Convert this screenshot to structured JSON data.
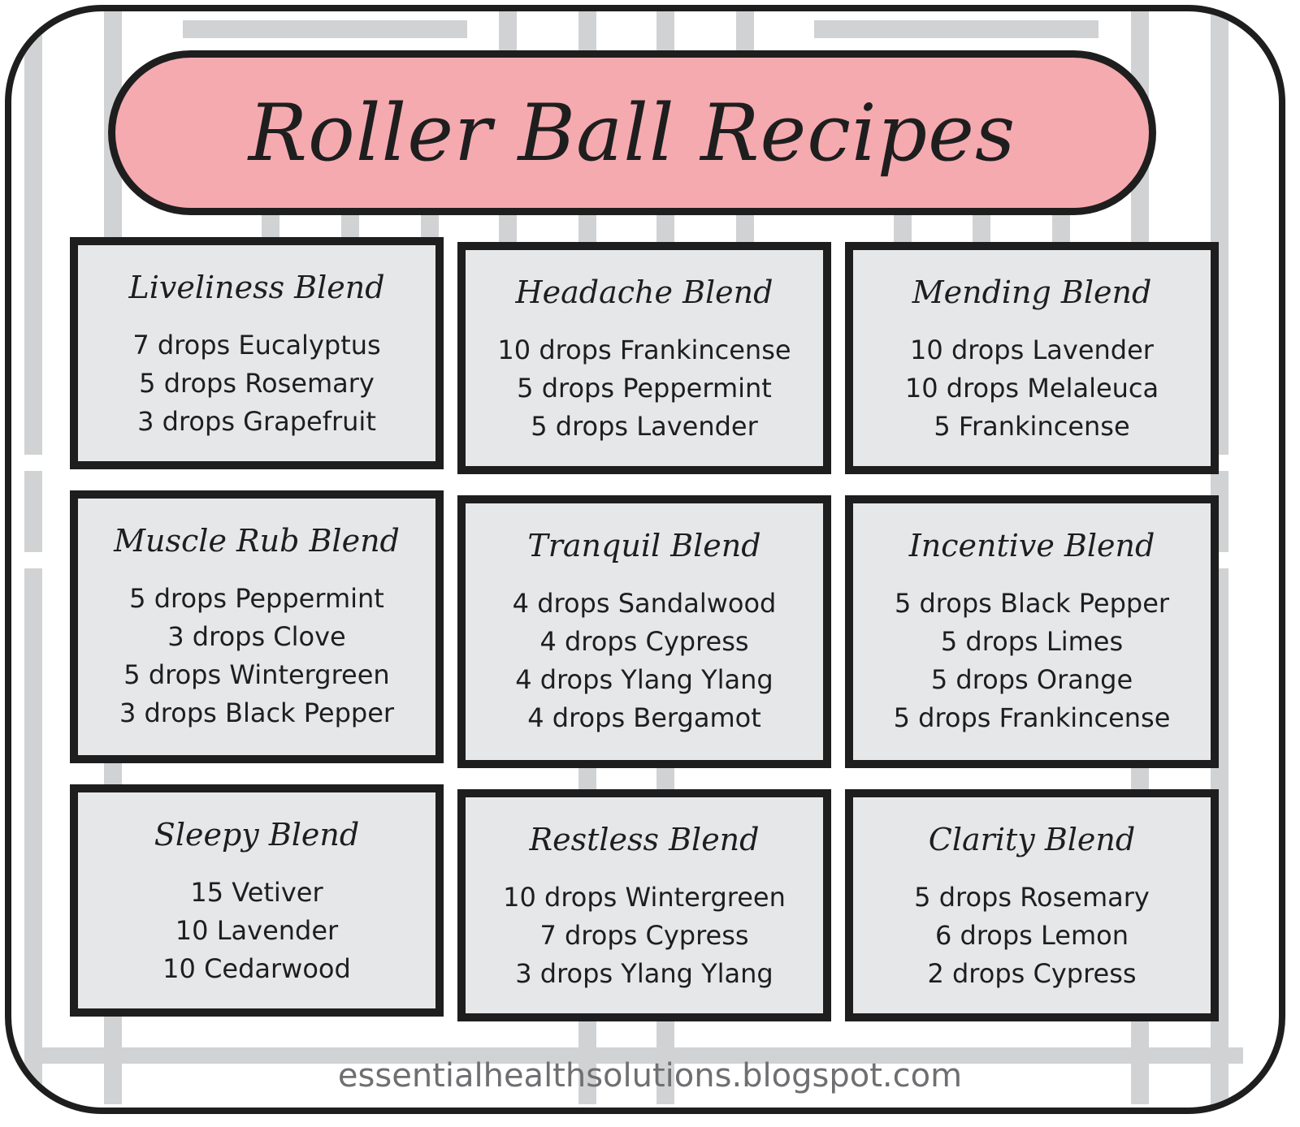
{
  "title": "Roller Ball Recipes",
  "colors": {
    "accent": "#f5aab0",
    "card_bg": "#e6e7e9",
    "stripe": "#d1d2d4",
    "outline": "#1e1e1e",
    "footer_text": "#6f6f72"
  },
  "blends": [
    {
      "name": "Liveliness Blend",
      "ingredients": [
        "7 drops Eucalyptus",
        "5 drops Rosemary",
        "3 drops Grapefruit"
      ]
    },
    {
      "name": "Headache Blend",
      "ingredients": [
        "10 drops Frankincense",
        "5 drops Peppermint",
        "5 drops Lavender"
      ]
    },
    {
      "name": "Mending Blend",
      "ingredients": [
        "10 drops Lavender",
        "10 drops Melaleuca",
        "5 Frankincense"
      ]
    },
    {
      "name": "Muscle Rub Blend",
      "ingredients": [
        "5 drops Peppermint",
        "3 drops Clove",
        "5 drops Wintergreen",
        "3 drops Black Pepper"
      ]
    },
    {
      "name": "Tranquil Blend",
      "ingredients": [
        "4 drops Sandalwood",
        "4 drops Cypress",
        "4 drops Ylang Ylang",
        "4 drops Bergamot"
      ]
    },
    {
      "name": "Incentive Blend",
      "ingredients": [
        "5 drops Black Pepper",
        "5 drops Limes",
        "5 drops Orange",
        "5 drops Frankincense"
      ]
    },
    {
      "name": "Sleepy Blend",
      "ingredients": [
        "15 Vetiver",
        "10 Lavender",
        "10 Cedarwood"
      ]
    },
    {
      "name": "Restless Blend",
      "ingredients": [
        "10 drops Wintergreen",
        "7 drops Cypress",
        "3 drops Ylang Ylang"
      ]
    },
    {
      "name": "Clarity Blend",
      "ingredients": [
        "5 drops Rosemary",
        "6 drops Lemon",
        "2 drops Cypress"
      ]
    }
  ],
  "footer": "essentialhealthsolutions.blogspot.com"
}
